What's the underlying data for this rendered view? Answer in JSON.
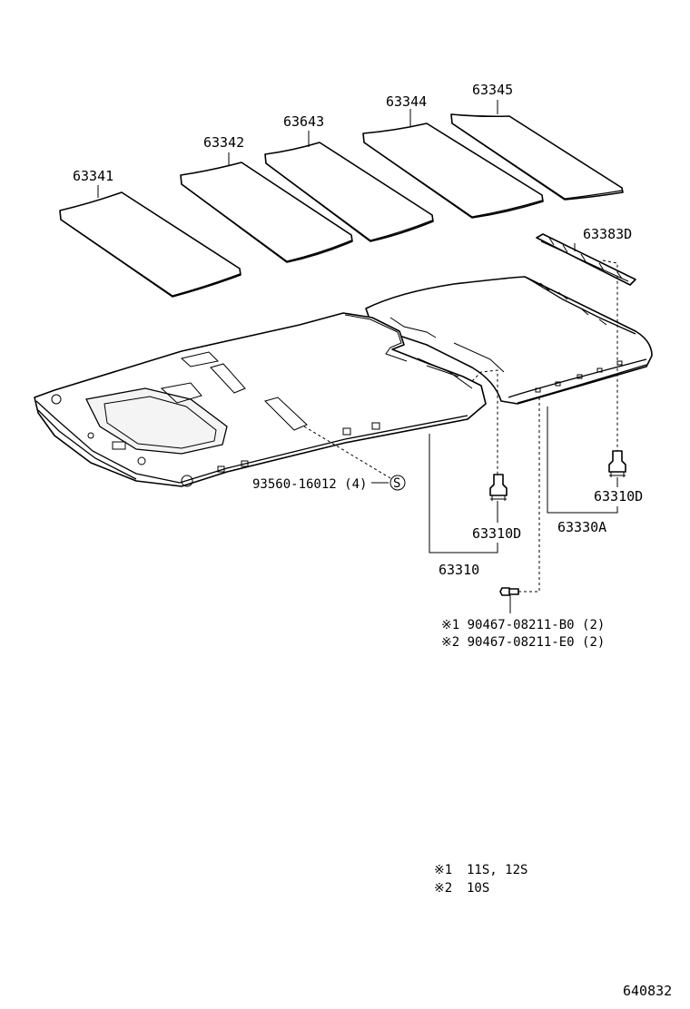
{
  "labels": {
    "pad_63341": "63341",
    "pad_63342": "63342",
    "pad_63643": "63643",
    "pad_63344": "63344",
    "pad_63345": "63345",
    "bracket_63383D": "63383D",
    "clip_63310D_right": "63310D",
    "clip_63310D_left": "63310D",
    "headlining_rear_63330A": "63330A",
    "headlining_63310": "63310",
    "screw_93560": "93560-16012 (4)",
    "screw_symbol": "S",
    "bolt_note_1": "※1 90467-08211-B0 (2)",
    "bolt_note_2": "※2 90467-08211-E0 (2)"
  },
  "legend": [
    {
      "mark": "※1",
      "text": "11S, 12S"
    },
    {
      "mark": "※2",
      "text": "10S"
    }
  ],
  "diagram_number": "640832"
}
